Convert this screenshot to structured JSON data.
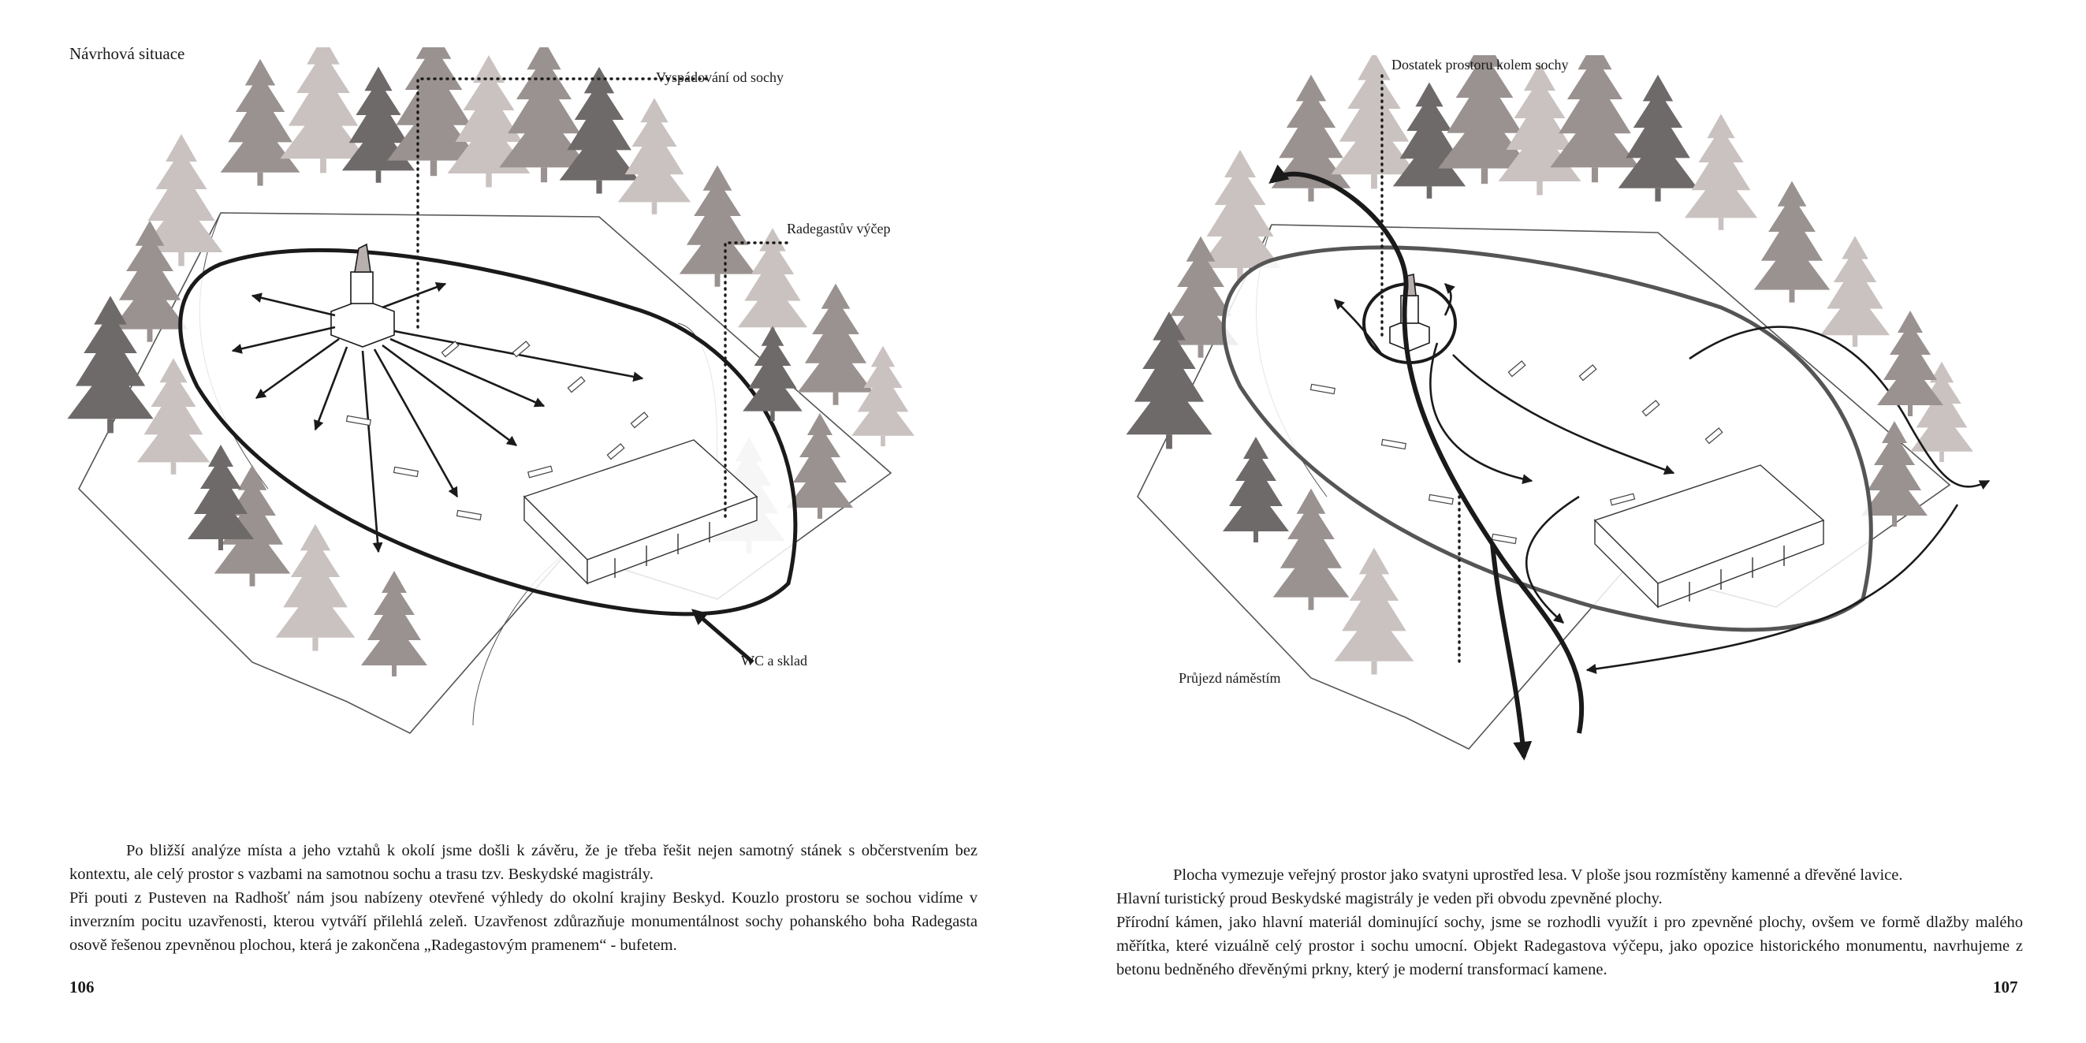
{
  "left_page": {
    "heading": "Návrhová situace",
    "labels": {
      "view": "Vyspádování od sochy",
      "pub": "Radegastův výčep",
      "wc": "WC a sklad"
    },
    "paragraphs": [
      "Po bližší analýze místa a jeho vztahů k okolí jsme došli k závěru, že je třeba řešit nejen samotný stánek s občerstvením bez kontextu, ale celý prostor s vazbami na samotnou sochu a trasu tzv. Beskydské magistrály.",
      "Při pouti z Pusteven na Radhošť nám jsou nabízeny otevřené výhledy do okolní krajiny Beskyd. Kouzlo prostoru se sochou vidíme v inverzním pocitu uzavřenosti, kterou vytváří přilehlá zeleň. Uzavřenost zdůrazňuje monumentálnost sochy pohanského boha Radegasta osově řešenou zpevněnou plochou, která je zakončena „Radegastovým pramenem“ - bufetem."
    ],
    "page_number": "106"
  },
  "right_page": {
    "labels": {
      "space": "Dostatek prostoru kolem sochy",
      "pass": "Průjezd náměstím"
    },
    "paragraphs": [
      "Plocha vymezuje veřejný prostor jako svatyni uprostřed lesa. V ploše jsou rozmístěny kamenné a dřevěné lavice.",
      "Hlavní turistický proud Beskydské magistrály je veden při obvodu zpevněné plochy.",
      "Přírodní kámen, jako hlavní materiál dominující sochy, jsme se rozhodli využít i pro zpevněné plochy, ovšem ve formě dlažby malého měřítka, které vizuálně celý prostor i sochu umocní. Objekt Radegastova výčepu, jako opozice historického monumentu, navrhujeme z betonu bedněného dřevěnými prkny, který je moderní transformací kamene."
    ],
    "page_number": "107"
  },
  "colors": {
    "ink": "#1a1a1a",
    "tree_dark": "#6f6a6a",
    "tree_mid": "#9a9290",
    "tree_light": "#c9c2c0"
  },
  "icons": [
    "tree-icon",
    "statue-icon",
    "arrow-icon",
    "bench-icon",
    "building-icon"
  ]
}
